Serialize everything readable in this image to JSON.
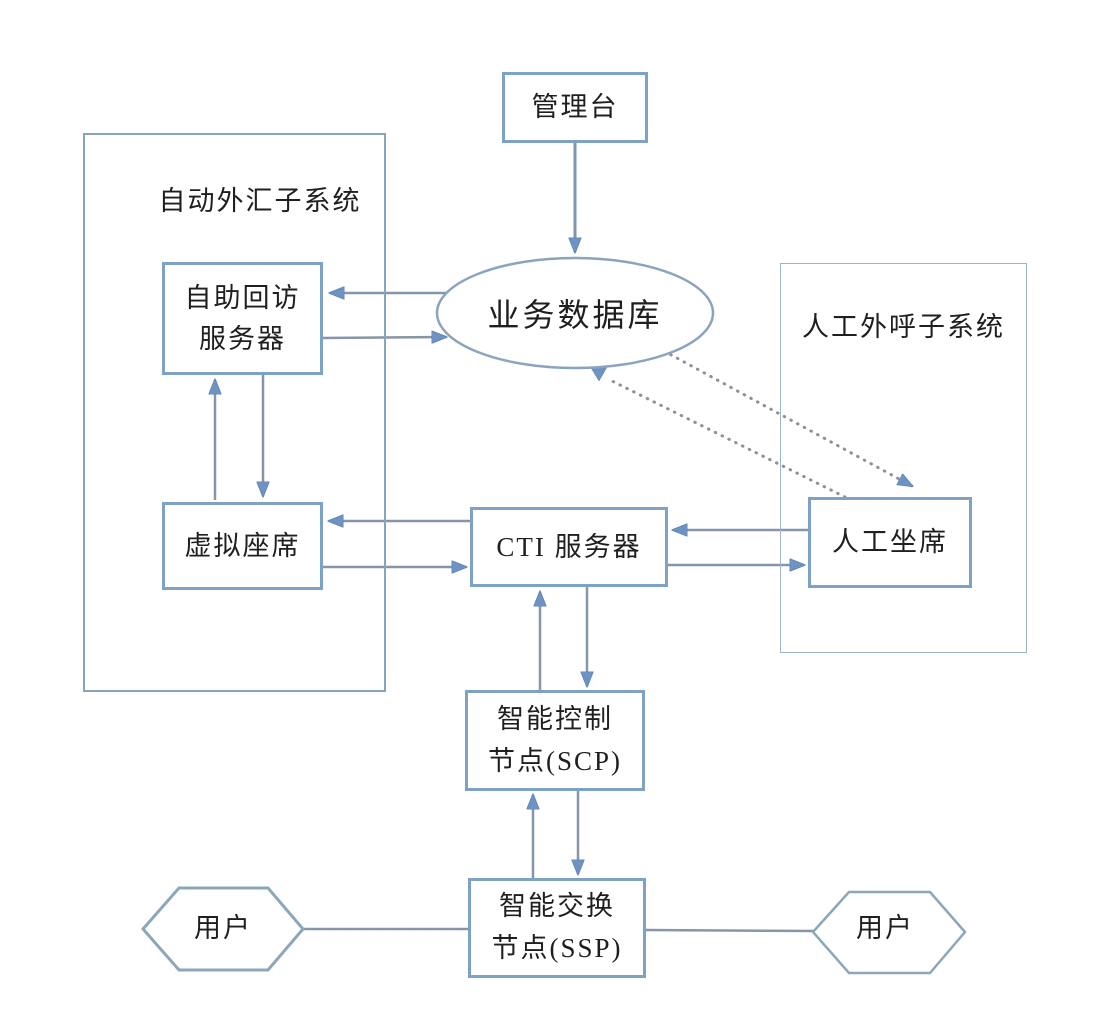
{
  "diagram": {
    "nodes": {
      "console": {
        "label": "管理台"
      },
      "auto_subsystem": {
        "label": "自动外汇子系统"
      },
      "callback_server": {
        "lines": [
          "自助回访",
          "服务器"
        ]
      },
      "business_db": {
        "label": "业务数据库"
      },
      "manual_subsystem": {
        "label": "人工外呼子系统"
      },
      "virtual_agent": {
        "label": "虚拟座席"
      },
      "cti_server": {
        "label": "CTI 服务器"
      },
      "manual_agent": {
        "label": "人工坐席"
      },
      "scp_node": {
        "lines": [
          "智能控制",
          "节点(SCP)"
        ]
      },
      "ssp_node": {
        "lines": [
          "智能交换",
          "节点(SSP)"
        ]
      },
      "user_left": {
        "label": "用户"
      },
      "user_right": {
        "label": "用户"
      }
    },
    "connections": [
      {
        "from": "console",
        "to": "business_db",
        "style": "solid-arrow"
      },
      {
        "from": "business_db",
        "to": "callback_server",
        "style": "solid-arrow"
      },
      {
        "from": "callback_server",
        "to": "business_db",
        "style": "solid-arrow"
      },
      {
        "from": "virtual_agent",
        "to": "callback_server",
        "style": "solid-arrow"
      },
      {
        "from": "callback_server",
        "to": "virtual_agent",
        "style": "solid-arrow"
      },
      {
        "from": "cti_server",
        "to": "virtual_agent",
        "style": "solid-arrow"
      },
      {
        "from": "virtual_agent",
        "to": "cti_server",
        "style": "solid-arrow"
      },
      {
        "from": "manual_agent",
        "to": "cti_server",
        "style": "solid-arrow"
      },
      {
        "from": "cti_server",
        "to": "manual_agent",
        "style": "solid-arrow"
      },
      {
        "from": "scp_node",
        "to": "cti_server",
        "style": "solid-arrow"
      },
      {
        "from": "cti_server",
        "to": "scp_node",
        "style": "solid-arrow"
      },
      {
        "from": "ssp_node",
        "to": "scp_node",
        "style": "solid-arrow"
      },
      {
        "from": "scp_node",
        "to": "ssp_node",
        "style": "solid-arrow"
      },
      {
        "from": "user_left",
        "to": "ssp_node",
        "style": "plain-line"
      },
      {
        "from": "ssp_node",
        "to": "user_right",
        "style": "plain-line"
      },
      {
        "from": "business_db",
        "to": "manual_agent",
        "style": "dotted-arrow"
      },
      {
        "from": "manual_agent",
        "to": "business_db",
        "style": "dotted-arrow"
      }
    ],
    "colors": {
      "node_border": "#7ea2c6",
      "container_border": "#86a5bb",
      "connector": "#8795a8",
      "arrowhead": "#6d92c3",
      "dotted": "#8e9196",
      "text": "#1f1f1f"
    }
  }
}
